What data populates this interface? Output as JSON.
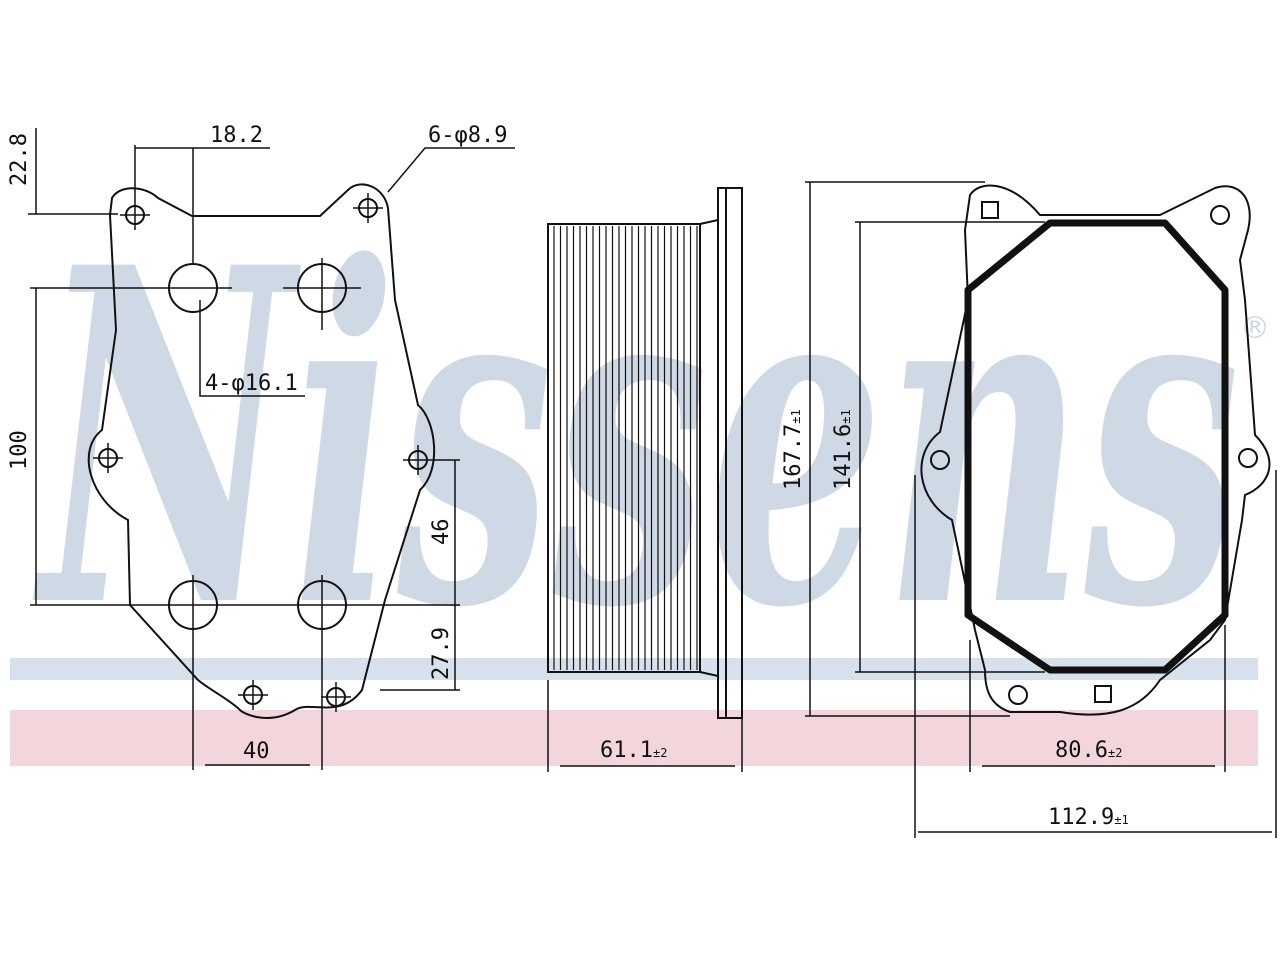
{
  "watermark": {
    "text": "Nissens",
    "registered_mark": "®",
    "color": "#cfd9e6",
    "band_blue": "#d6e1ec",
    "band_pink": "#f3d6dc"
  },
  "dimensions": {
    "top_offset": "22.8",
    "hole_offset": "18.2",
    "small_holes": "6-φ8.9",
    "large_holes": "4-φ16.1",
    "height_100": "100",
    "height_46": "46",
    "height_27_9": "27.9",
    "width_40": "40",
    "depth": "61.1",
    "depth_tol": "±2",
    "height_167": "167.7",
    "height_167_tol": "±1",
    "height_141": "141.6",
    "height_141_tol": "±1",
    "width_80": "80.6",
    "width_80_tol": "±2",
    "width_112": "112.9",
    "width_112_tol": "±1"
  }
}
